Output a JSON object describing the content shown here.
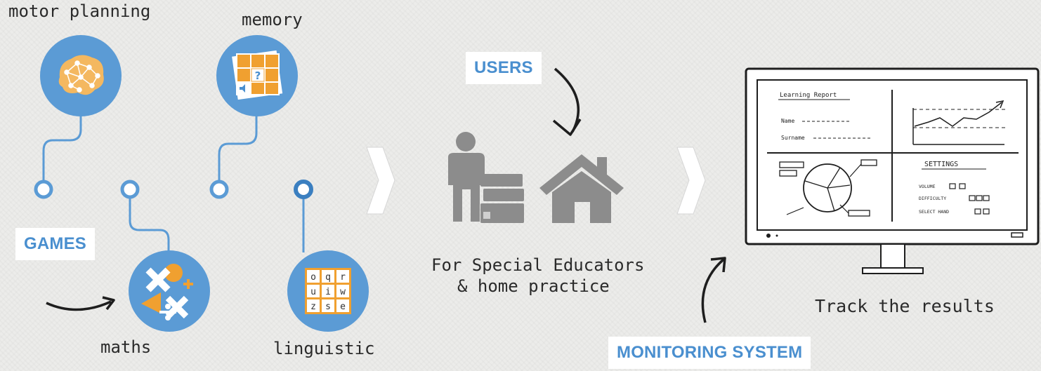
{
  "games": {
    "tag": "GAMES",
    "items": [
      {
        "key": "motor",
        "label": "motor planning",
        "icon": "brain-network-icon"
      },
      {
        "key": "memory",
        "label": "memory",
        "icon": "memory-grid-icon"
      },
      {
        "key": "maths",
        "label": "maths",
        "icon": "math-symbols-icon"
      },
      {
        "key": "linguistic",
        "label": "linguistic",
        "icon": "letter-grid-icon"
      }
    ],
    "linguistic_letters": [
      "o",
      "q",
      "r",
      "u",
      "i",
      "w",
      "z",
      "s",
      "e"
    ],
    "memory_symbol": "?"
  },
  "users": {
    "tag": "USERS",
    "caption_line1": "For Special Educators",
    "caption_line2": "& home practice"
  },
  "monitoring": {
    "tag": "MONITORING SYSTEM",
    "caption": "Track the results",
    "screen": {
      "report_title": "Learning Report",
      "name_label": "Name",
      "surname_label": "Surname",
      "settings_title": "SETTINGS",
      "volume_label": "VOLUME",
      "difficulty_label": "DIFFICULTY",
      "hand_label": "SELECT HAND"
    }
  },
  "colors": {
    "accent": "#4a8fcf",
    "icon_orange": "#f0a030",
    "icon_gray": "#8c8c8c",
    "circle_blue": "#5b9bd5"
  }
}
